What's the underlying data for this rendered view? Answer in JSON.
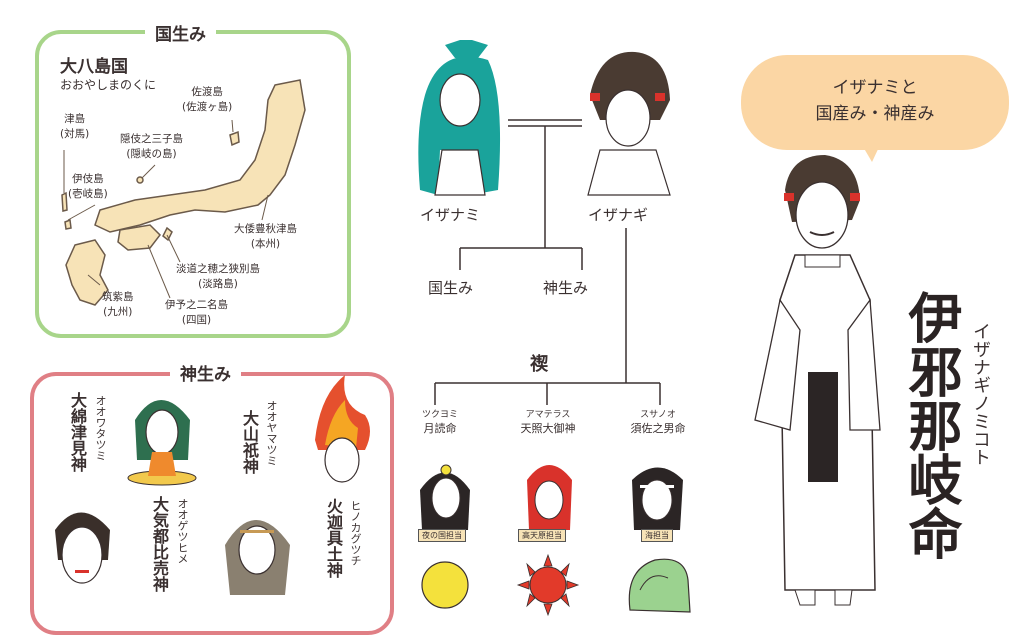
{
  "kuniumi": {
    "title": "国生み",
    "heading": "大八島国",
    "heading_reading": "おおやしまのくに",
    "islands": [
      {
        "name": "津島\n(対馬)"
      },
      {
        "name": "佐渡島\n(佐渡ヶ島)"
      },
      {
        "name": "隠伎之三子島\n(隠岐の島)"
      },
      {
        "name": "伊伎島\n(壱岐島)"
      },
      {
        "name": "大倭豊秋津島\n(本州)"
      },
      {
        "name": "淡道之穂之狭別島\n(淡路島)"
      },
      {
        "name": "筑紫島\n(九州)"
      },
      {
        "name": "伊予之二名島\n(四国)"
      }
    ]
  },
  "kamiumi": {
    "title": "神生み",
    "gods": [
      {
        "name": "大綿津見神",
        "reading": "オオワタツミ"
      },
      {
        "name": "大気都比売神",
        "reading": "オオゲツヒメ"
      },
      {
        "name": "大山祇神",
        "reading": "オオヤマツミ"
      },
      {
        "name": "火迦具土神",
        "reading": "ヒノカグツチ"
      }
    ]
  },
  "tree": {
    "izanami": "イザナミ",
    "izanagi": "イザナギ",
    "kuniumi": "国生み",
    "kamiumi": "神生み",
    "misogi": "禊",
    "children": [
      {
        "reading": "ツクヨミ",
        "name": "月読命",
        "plaque": "夜の国担当"
      },
      {
        "reading": "アマテラス",
        "name": "天照大御神",
        "plaque": "高天原担当"
      },
      {
        "reading": "スサノオ",
        "name": "須佐之男命",
        "plaque": "海担当"
      }
    ]
  },
  "bubble": {
    "line1": "イザナミと",
    "line2": "国産み・神産み"
  },
  "main": {
    "name": "伊邪那岐命",
    "reading": "イザナギノミコト"
  },
  "colors": {
    "kuniumi_border": "#a8d58a",
    "kamiumi_border": "#e07f85",
    "bubble": "#fbd6a4",
    "map_land": "#f7e3b7",
    "izanami_hair": "#1aa39b",
    "headband": "#d9322b",
    "sun": "#e23a2a",
    "moon": "#f4e13c"
  }
}
